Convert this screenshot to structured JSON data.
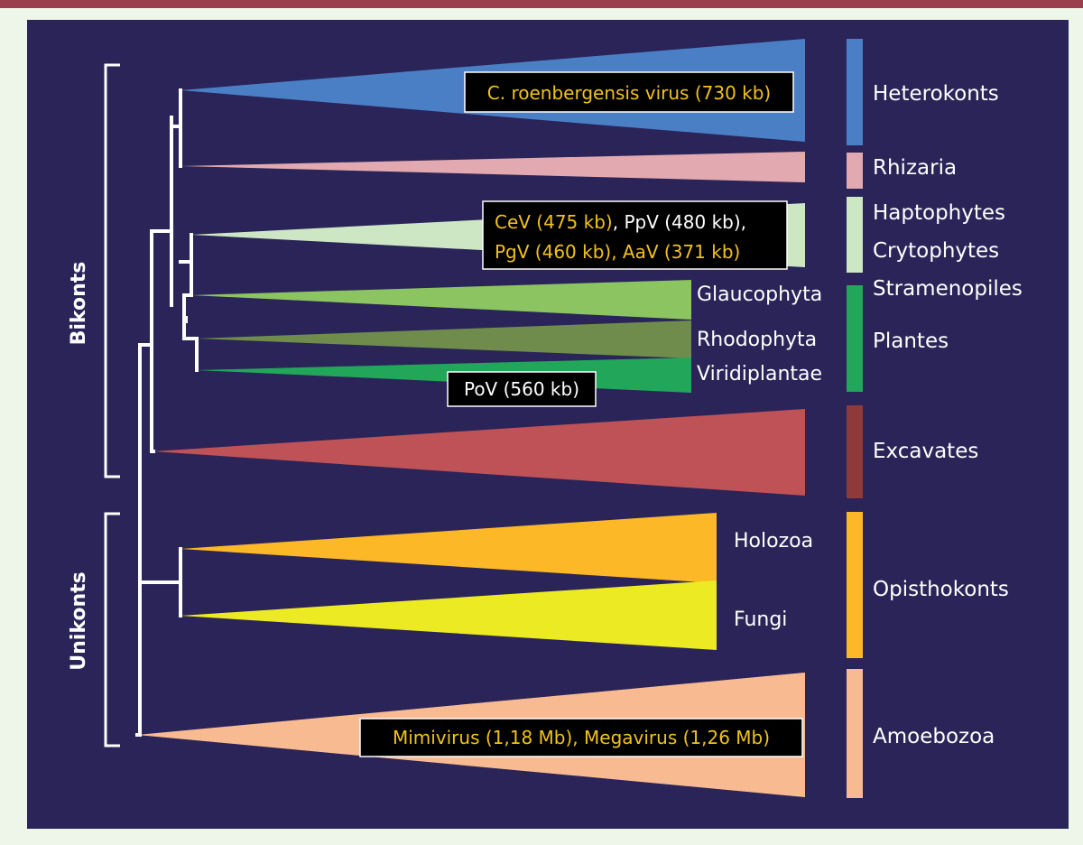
{
  "side_labels": {
    "bikonts": "Bikonts",
    "unikonts": "Unikonts"
  },
  "clades": {
    "glaucophyta": "Glaucophyta",
    "rhodophyta": "Rhodophyta",
    "viridiplantae": "Viridiplantae",
    "holozoa": "Holozoa",
    "fungi": "Fungi"
  },
  "groups": {
    "heterokonts": "Heterokonts",
    "rhizaria": "Rhizaria",
    "haptophytes": "Haptophytes",
    "crytophytes": "Crytophytes",
    "stramenopiles": "Stramenopiles",
    "plantes": "Plantes",
    "excavates": "Excavates",
    "opisthokonts": "Opisthokonts",
    "amoebozoa": "Amoebozoa"
  },
  "viruses": {
    "heterokonts": "C. roenbergensis virus (730 kb)",
    "haptophytes_1a": "CeV (475 kb)",
    "haptophytes_1b": ", PpV (480 kb),",
    "haptophytes_2": "PgV (460 kb), AaV (371 kb)",
    "plantes": "PoV (560 kb)",
    "amoebozoa": "Mimivirus (1,18 Mb), Megavirus (1,26 Mb)"
  },
  "colors": {
    "background": "#eef6ea",
    "panel": "#2a2458",
    "top_bar": "#9b3f4e",
    "heterokonts": "#4a7fc6",
    "rhizaria": "#e2aab0",
    "haptophytes": "#cde6c3",
    "glaucophyta": "#8cc462",
    "rhodophyta": "#6f8c4c",
    "viridiplantae": "#22a65a",
    "excavates": "#bf5257",
    "excavates_bar": "#8f3a3a",
    "holozoa": "#fdb827",
    "fungi": "#ecea23",
    "opisthokonts_bar": "#fdb827",
    "amoebozoa": "#f8bb91",
    "virus_text_highlight": "#f2c21c",
    "virus_text_plain": "#ffffff",
    "virus_box": "#000000"
  }
}
